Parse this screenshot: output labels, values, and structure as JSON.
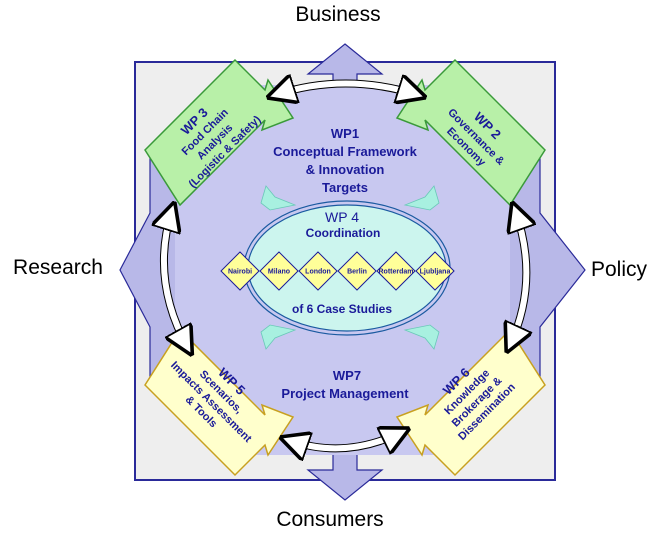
{
  "labels": {
    "top": "Business",
    "bottom": "Consumers",
    "left": "Research",
    "right": "Policy"
  },
  "wp1": {
    "line1": "WP1",
    "line2": "Conceptual  Framework",
    "line3": "& Innovation",
    "line4": "Targets"
  },
  "wp4": {
    "line1": "WP 4",
    "line2": "Coordination",
    "line3": "of 6 Case Studies",
    "cities": [
      "Nairobi",
      "Milano",
      "London",
      "Berlin",
      "Rotterdam",
      "Ljubljana"
    ]
  },
  "wp7": {
    "line1": "WP7",
    "line2": "Project Management"
  },
  "wp3": {
    "title": "WP 3",
    "line1": "Food Chain",
    "line2": "Analysis",
    "line3": "(Logistic & Safety)"
  },
  "wp2": {
    "title": "WP 2",
    "line1": "Governance &",
    "line2": "Economy"
  },
  "wp5": {
    "title": "WP 5",
    "line1": "Scenarios,",
    "line2": "Impacts Assessment",
    "line3": "& Tools"
  },
  "wp6": {
    "title": "WP 6",
    "line1": "Knowledge",
    "line2": "Brokerage &",
    "line3": "Dissemination"
  },
  "colors": {
    "frame_fill": "#eeeeee",
    "frame_stroke": "#2a2a99",
    "cross_arrow": "#b8b8e8",
    "center_ellipse": "#ccf5ee",
    "center_ellipse_stroke": "#1a5aa0",
    "small_arrow": "#a8f0e0",
    "green_box": "#b8f0a8",
    "green_stroke": "#3a9a3a",
    "yellow_box": "#ffffcc",
    "yellow_stroke": "#c8a020",
    "diamond": "#ffff99",
    "text_blue": "#1a1a99"
  }
}
